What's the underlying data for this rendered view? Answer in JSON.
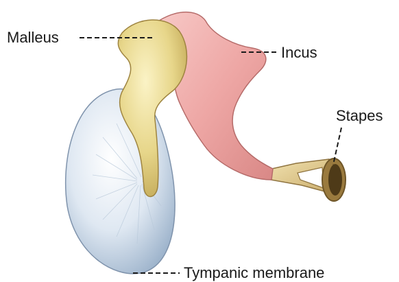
{
  "labels": {
    "malleus": "Malleus",
    "incus": "Incus",
    "stapes": "Stapes",
    "tympanic_membrane": "Tympanic membrane"
  }
}
